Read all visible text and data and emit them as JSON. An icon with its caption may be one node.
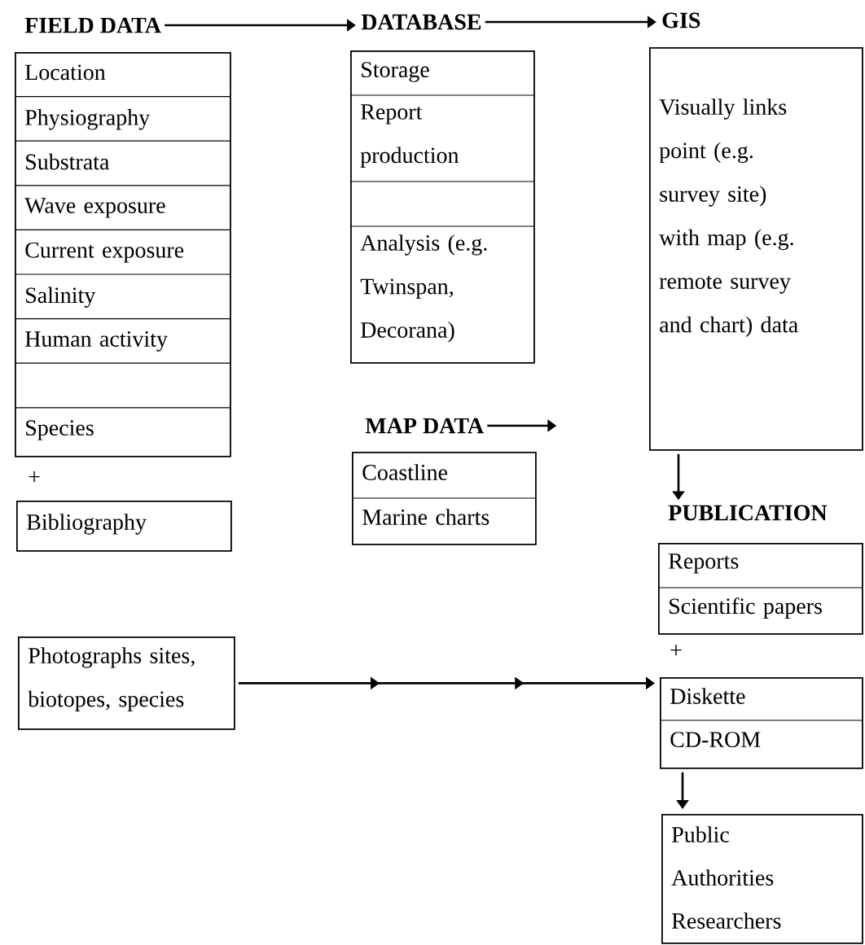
{
  "diagram": {
    "nodes": [
      {
        "text": [
          "FIELD DATA"
        ]
      },
      {
        "text": [
          "Location",
          "Physiography",
          "Substrata",
          "Wave exposure",
          "Current exposure",
          "Salinity",
          "Human activity",
          "Species"
        ]
      },
      {
        "text": [
          "Bibliography"
        ]
      },
      {
        "text": [
          "Photographs sites, biotopes, species"
        ]
      },
      {
        "text": [
          "DATABASE"
        ]
      },
      {
        "text": [
          "Storage",
          "Report production",
          "Analysis (e.g. Twinspan, Decorana)"
        ]
      },
      {
        "text": [
          "MAP DATA"
        ]
      },
      {
        "text": [
          "Coastline",
          "Marine charts"
        ]
      },
      {
        "text": [
          "GIS"
        ]
      },
      {
        "text": [
          "Visually links point (e.g. survey site) with map (e.g. remote survey and chart) data"
        ]
      },
      {
        "text": [
          "PUBLICATION"
        ]
      },
      {
        "text": [
          "Reports",
          "Scientific papers"
        ]
      },
      {
        "text": [
          "Diskette",
          "CD-ROM"
        ]
      },
      {
        "text": [
          "Public",
          "Authorities",
          "Researchers"
        ]
      }
    ],
    "edges": [
      {
        "from": 0,
        "to": 4,
        "arrow": "to"
      },
      {
        "from": 4,
        "to": 8,
        "arrow": "to"
      },
      {
        "from": 6,
        "to": null,
        "arrow": "to"
      },
      {
        "from": 9,
        "to": 10,
        "arrow": "to"
      },
      {
        "from": 3,
        "to": 12,
        "arrow": "to"
      },
      {
        "from": 12,
        "to": 13,
        "arrow": "to"
      }
    ],
    "labels": [
      "+",
      "+"
    ]
  }
}
